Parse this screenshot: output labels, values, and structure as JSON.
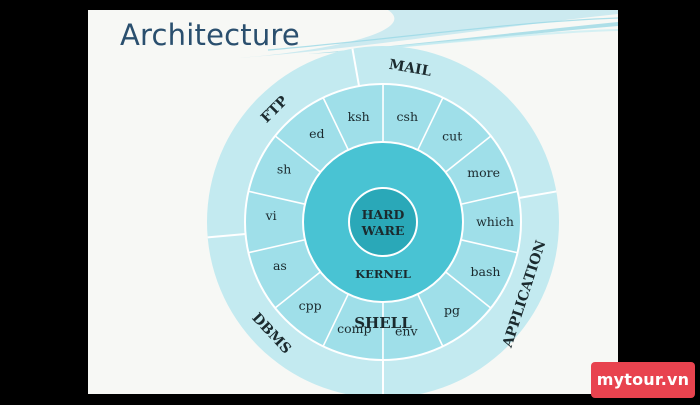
{
  "slide": {
    "title": "Architecture"
  },
  "diagram": {
    "center": [
      "HARD",
      "WARE"
    ],
    "kernel": "KERNEL",
    "shell": "SHELL",
    "commands": [
      "ksh",
      "csh",
      "cut",
      "more",
      "which",
      "bash",
      "pg",
      "env",
      "comp",
      "cpp",
      "as",
      "vi",
      "sh",
      "ed"
    ],
    "outer": [
      "MAIL",
      "APPLICATION",
      "DBMS",
      "FTP"
    ]
  },
  "colors": {
    "outer_ring": "#c3eaf0",
    "command_ring": "#9fdfe9",
    "kernel_ring": "#49c3d3",
    "hardware_core": "#2aa8b8",
    "divider": "#ffffff",
    "text": "#1b2a2e",
    "title": "#2a4f6e",
    "brand": "#e8434f"
  },
  "watermark": "mytour.vn"
}
